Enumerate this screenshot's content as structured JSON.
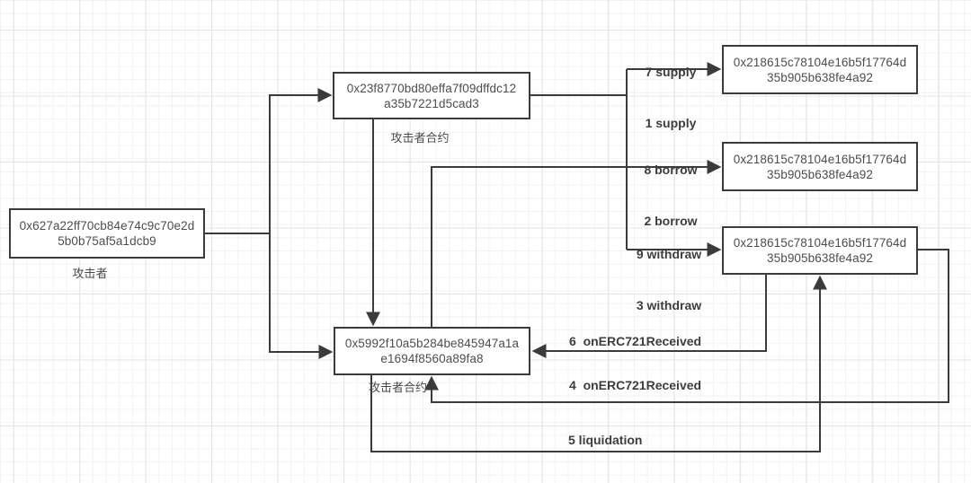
{
  "diagram": {
    "nodes": [
      {
        "id": "attacker",
        "line1": "0x627a22ff70cb84e74c9c70e2d",
        "line2": "5b0b75af5a1dcb9",
        "caption": "攻击者"
      },
      {
        "id": "contract1",
        "line1": "0x23f8770bd80effa7f09dffdc12",
        "line2": "a35b7221d5cad3",
        "caption": "攻击者合约"
      },
      {
        "id": "contract2",
        "line1": "0x5992f10a5b284be845947a1a",
        "line2": "e1694f8560a89fa8",
        "caption": "攻击者合约"
      },
      {
        "id": "victim-supply",
        "line1": "0x218615c78104e16b5f17764d",
        "line2": "35b905b638fe4a92"
      },
      {
        "id": "victim-borrow",
        "line1": "0x218615c78104e16b5f17764d",
        "line2": "35b905b638fe4a92"
      },
      {
        "id": "victim-withdraw",
        "line1": "0x218615c78104e16b5f17764d",
        "line2": "35b905b638fe4a92"
      }
    ],
    "edge_labels": {
      "supply": {
        "line1": "7 supply",
        "line2": "1 supply"
      },
      "borrow": {
        "line1": "8 borrow",
        "line2": "2 borrow"
      },
      "withdraw": {
        "line1": "9 withdraw",
        "line2": "3 withdraw"
      },
      "on_erc721_received_6": "6  onERC721Received",
      "on_erc721_received_4": "4  onERC721Received",
      "liquidation": "5 liquidation"
    },
    "colors": {
      "edge": "#3b3b3b",
      "node_border": "#3b3b3b",
      "node_fill": "#ffffff",
      "node_text": "#4d4d4d",
      "label_text": "#3d3d3d",
      "grid_minor": "#f2f2f2",
      "grid_major": "#e4e4e4",
      "background": "#ffffff"
    }
  }
}
